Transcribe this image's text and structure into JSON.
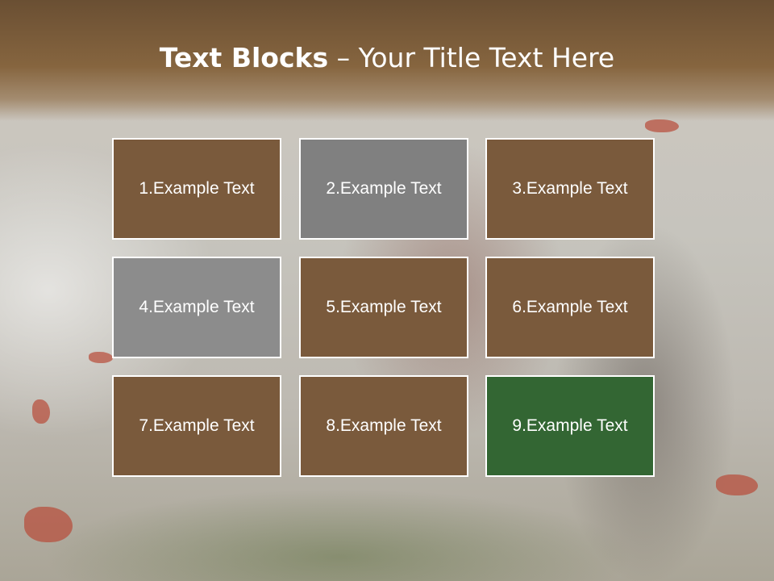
{
  "title": {
    "bold": "Text Blocks",
    "rest": " – Your Title Text Here"
  },
  "blocks": [
    {
      "label": "1.Example Text",
      "color": "#7a5a3c"
    },
    {
      "label": "2.Example Text",
      "color": "#808080"
    },
    {
      "label": "3.Example Text",
      "color": "#7a5a3c"
    },
    {
      "label": "4.Example Text",
      "color": "#8c8c8c"
    },
    {
      "label": "5.Example Text",
      "color": "#7a5a3c"
    },
    {
      "label": "6.Example Text",
      "color": "#7a5a3c"
    },
    {
      "label": "7.Example Text",
      "color": "#7a5a3c"
    },
    {
      "label": "8.Example Text",
      "color": "#7a5a3c"
    },
    {
      "label": "9.Example Text",
      "color": "#336633"
    }
  ]
}
